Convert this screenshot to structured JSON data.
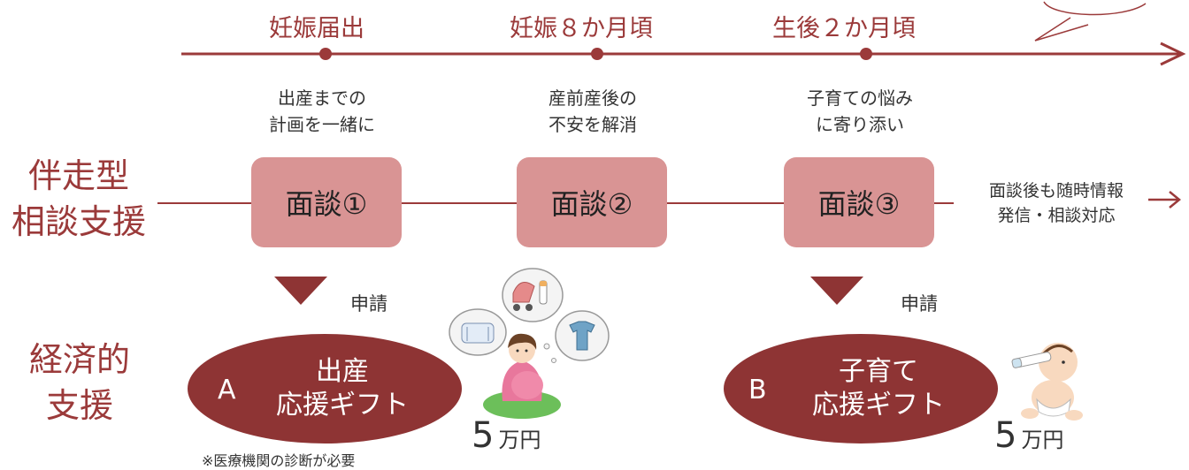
{
  "timeline": {
    "stages": [
      "妊娠届出",
      "妊娠８か月頃",
      "生後２か月頃"
    ]
  },
  "support_rows": {
    "accompany": {
      "label_line1": "伴走型",
      "label_line2": "相談支援"
    },
    "economic": {
      "label_line1": "経済的",
      "label_line2": "支援"
    }
  },
  "interviews": [
    {
      "desc_line1": "出産までの",
      "desc_line2": "計画を一緒に",
      "label": "面談①"
    },
    {
      "desc_line1": "産前産後の",
      "desc_line2": "不安を解消",
      "label": "面談②"
    },
    {
      "desc_line1": "子育ての悩み",
      "desc_line2": "に寄り添い",
      "label": "面談③"
    }
  ],
  "followup": {
    "line1": "面談後も随時情報",
    "line2": "発信・相談対応"
  },
  "gifts": [
    {
      "letter": "A",
      "line1": "出産",
      "line2": "応援ギフト",
      "apply": "申請",
      "amount": "5",
      "unit": "万円",
      "note": "※医療機関の診断が必要"
    },
    {
      "letter": "B",
      "line1": "子育て",
      "line2": "応援ギフト",
      "apply": "申請",
      "amount": "5",
      "unit": "万円"
    }
  ],
  "colors": {
    "accent": "#8e3434",
    "box": "#d99494",
    "line": "#9b3a3a"
  }
}
